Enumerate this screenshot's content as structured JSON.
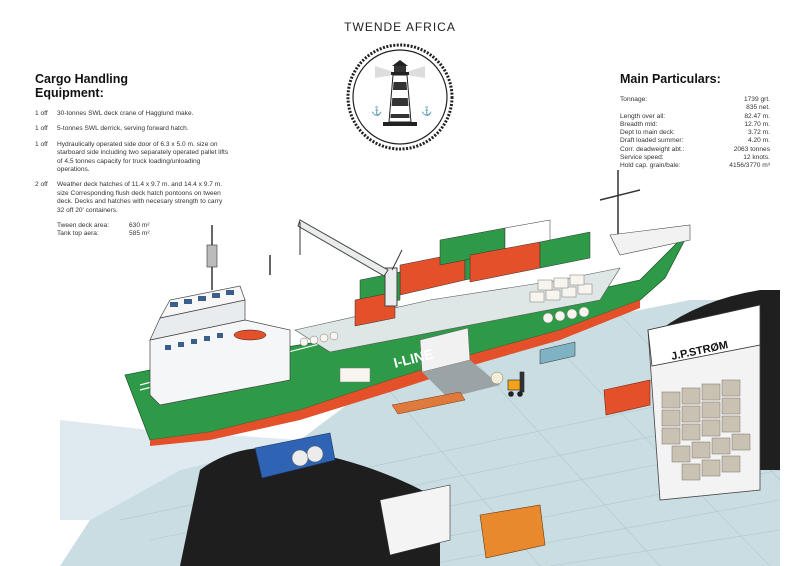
{
  "header": {
    "title": "TWENDE AFRICA"
  },
  "cargo_handling": {
    "title_line1": "Cargo Handling",
    "title_line2": "Equipment:",
    "items": [
      {
        "qty": "1 off",
        "text": "30-tonnes SWL deck crane of Hagglund make."
      },
      {
        "qty": "1 off",
        "text": "5-tonnes SWL derrick, serving forward hatch."
      },
      {
        "qty": "1 off",
        "text": "Hydraulically operated side door of 6.3 x 5.0 m. size on starboard side including two separately operated pallet lifts of 4,5 tonnes capacity for truck loading/unloading operations."
      },
      {
        "qty": "2 off",
        "text": "Weather deck hatches of 11.4 x 9.7 m. and 14.4 x 9.7 m. size Corresponding flush deck hatch pontoons on tween deck. Decks and hatches with necesary strength to carry 32 off 20' containers."
      }
    ],
    "areas": [
      {
        "label": "Tween deck area:",
        "value": "630 m²"
      },
      {
        "label": "Tank top aera:",
        "value": "585 m²"
      }
    ]
  },
  "main_particulars": {
    "title": "Main Particulars:",
    "rows": [
      {
        "label": "Tonnage:",
        "value": "1739 grt."
      },
      {
        "label": "",
        "value": "835 net."
      },
      {
        "label": "Length over all:",
        "value": "82.47 m."
      },
      {
        "label": "Breadth mld:",
        "value": "12.70 m."
      },
      {
        "label": "Dept to main deck:",
        "value": "3.72 m."
      },
      {
        "label": "Draft loaded summer:",
        "value": "4.20 m."
      },
      {
        "label": "Corr. deadweight abt.:",
        "value": "2063 tonnes"
      },
      {
        "label": "Service speed:",
        "value": "12 knots."
      },
      {
        "label": "Hold cap. grain/bale:",
        "value": "4156/3770 m³"
      }
    ]
  },
  "illustration": {
    "hull_marking": "I-LINE",
    "warehouse_sign": "J.P.STRØM"
  },
  "colors": {
    "hull_green": "#2e9a48",
    "hull_red": "#e4502a",
    "quay": "#c9dbe1",
    "warehouse_roof": "#1f1f1f"
  }
}
